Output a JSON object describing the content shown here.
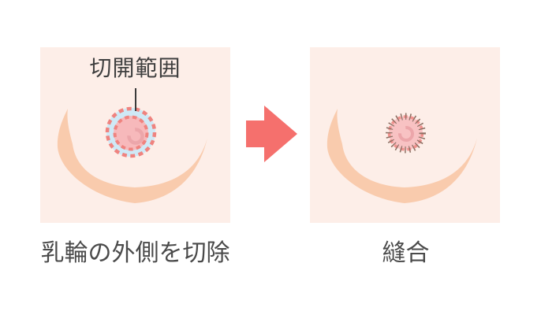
{
  "panels": {
    "before": {
      "label": "切開範囲",
      "caption": "乳輪の外側を切除"
    },
    "after": {
      "caption": "縫合"
    }
  },
  "icons": {
    "arrow": "arrow-right-icon"
  },
  "colors": {
    "page_bg": "#ffffff",
    "panel_bg": "#fdeee8",
    "underbreast_crease": "#f9cbad",
    "excision_zone_fill": "#cfe9f6",
    "areola_fill": "#f7b9bb",
    "areola_fill_sutured": "#f8c2c3",
    "incision_dash": "#ef837f",
    "suture_dash": "#f0918d",
    "suture_tick": "#8d7064",
    "nipple_ring": "#eca6aa",
    "leader_line": "#3a3a3a",
    "arrow": "#f5706d",
    "label_text": "#3f3f3f",
    "caption_text": "#4a4a4a"
  }
}
